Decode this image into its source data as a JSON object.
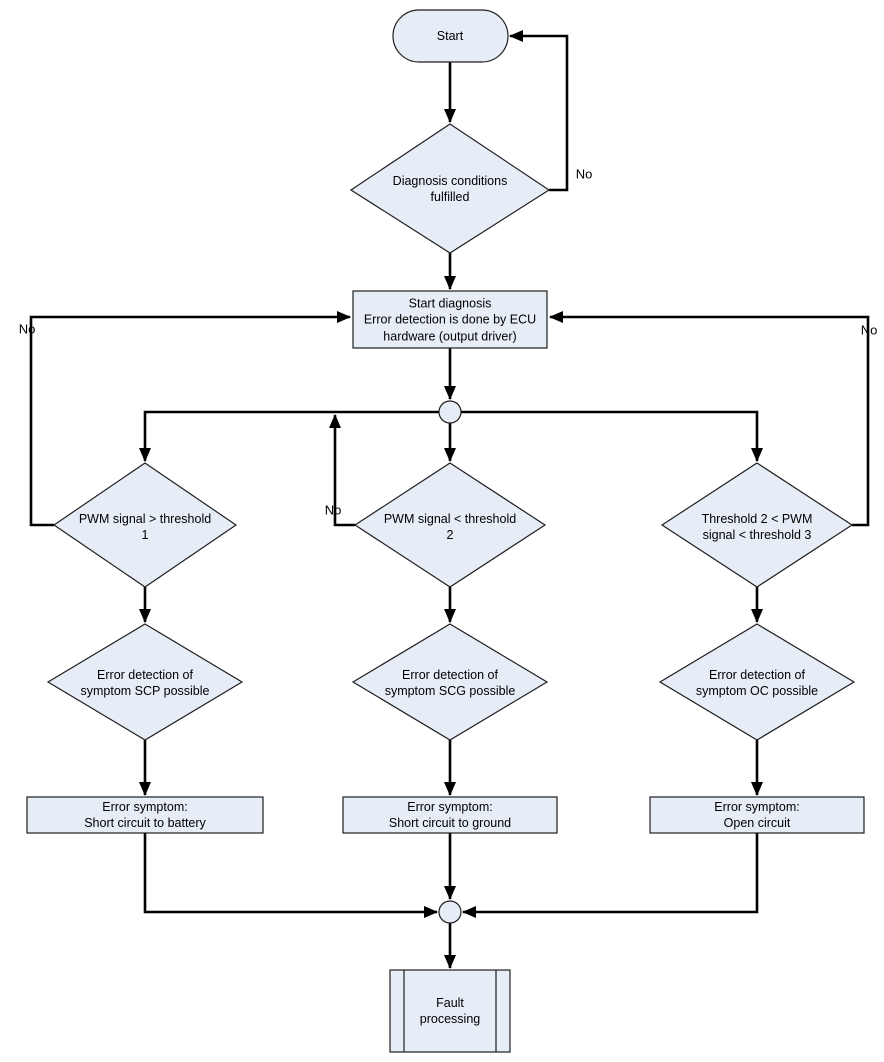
{
  "diagram": {
    "type": "flowchart",
    "description": "ECU output driver diagnosis flowchart",
    "colors": {
      "node_fill": "#e7edf6",
      "node_border": "#1f1f1f",
      "line": "#000000",
      "background": "#ffffff"
    },
    "nodes": {
      "start": {
        "type": "terminator",
        "label": "Start"
      },
      "diag_conditions": {
        "type": "decision",
        "label": "Diagnosis conditions\nfulfilled"
      },
      "start_diagnosis": {
        "type": "process",
        "label": "Start diagnosis\nError detection is done by ECU\nhardware (output driver)"
      },
      "junction_top": {
        "type": "junction",
        "label": ""
      },
      "pwm_gt_threshold1": {
        "type": "decision",
        "label": "PWM signal > threshold\n1"
      },
      "pwm_lt_threshold2": {
        "type": "decision",
        "label": "PWM signal < threshold\n2"
      },
      "threshold2_pwm_threshold3": {
        "type": "decision",
        "label": "Threshold 2 < PWM\nsignal < threshold 3"
      },
      "scp_possible": {
        "type": "decision",
        "label": "Error detection of\nsymptom SCP possible"
      },
      "scg_possible": {
        "type": "decision",
        "label": "Error detection of\nsymptom SCG possible"
      },
      "oc_possible": {
        "type": "decision",
        "label": "Error detection of\nsymptom OC possible"
      },
      "symptom_battery": {
        "type": "process",
        "label": "Error symptom:\nShort circuit to battery"
      },
      "symptom_ground": {
        "type": "process",
        "label": "Error symptom:\nShort circuit to ground"
      },
      "symptom_open": {
        "type": "process",
        "label": "Error symptom:\nOpen circuit"
      },
      "junction_bottom": {
        "type": "junction",
        "label": ""
      },
      "fault_processing": {
        "type": "predefined-process",
        "label": "Fault\nprocessing"
      }
    },
    "no_labels": {
      "top": "No",
      "left": "No",
      "middle": "No",
      "right": "No"
    }
  }
}
